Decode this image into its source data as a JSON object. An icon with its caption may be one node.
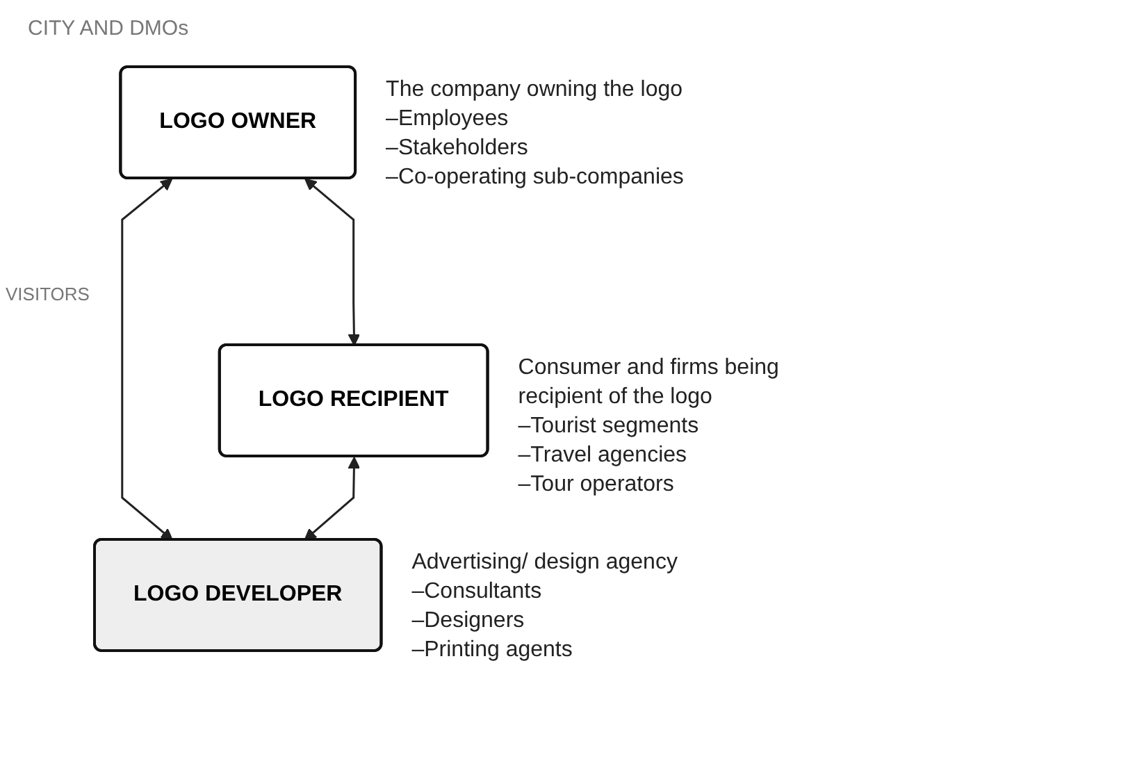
{
  "diagram": {
    "nodes": [
      {
        "text": [
          "LOGO OWNER"
        ],
        "beside": [
          "The company owning the logo",
          "–Employees",
          "–Stakeholders",
          "–Co-operating sub-companies"
        ]
      },
      {
        "text": [
          "LOGO DEVELOPER"
        ],
        "beside": [
          "Advertising/ design agency",
          "–Consultants",
          "–Designers",
          "–Printing agents"
        ]
      },
      {
        "text": [
          "LOGO RECIPIENT"
        ],
        "beside": [
          "Consumer and firms being recipient of the logo",
          "–Tourist segments",
          "–Travel agencies",
          "–Tour operators"
        ]
      }
    ],
    "edges": [
      {
        "from": 0,
        "to": 2,
        "arrow": "both"
      },
      {
        "from": 0,
        "to": 1,
        "arrow": "both"
      },
      {
        "from": 2,
        "to": 1,
        "arrow": "both"
      }
    ],
    "labels": [
      "CITY AND DMOs",
      "VISITORS"
    ]
  }
}
